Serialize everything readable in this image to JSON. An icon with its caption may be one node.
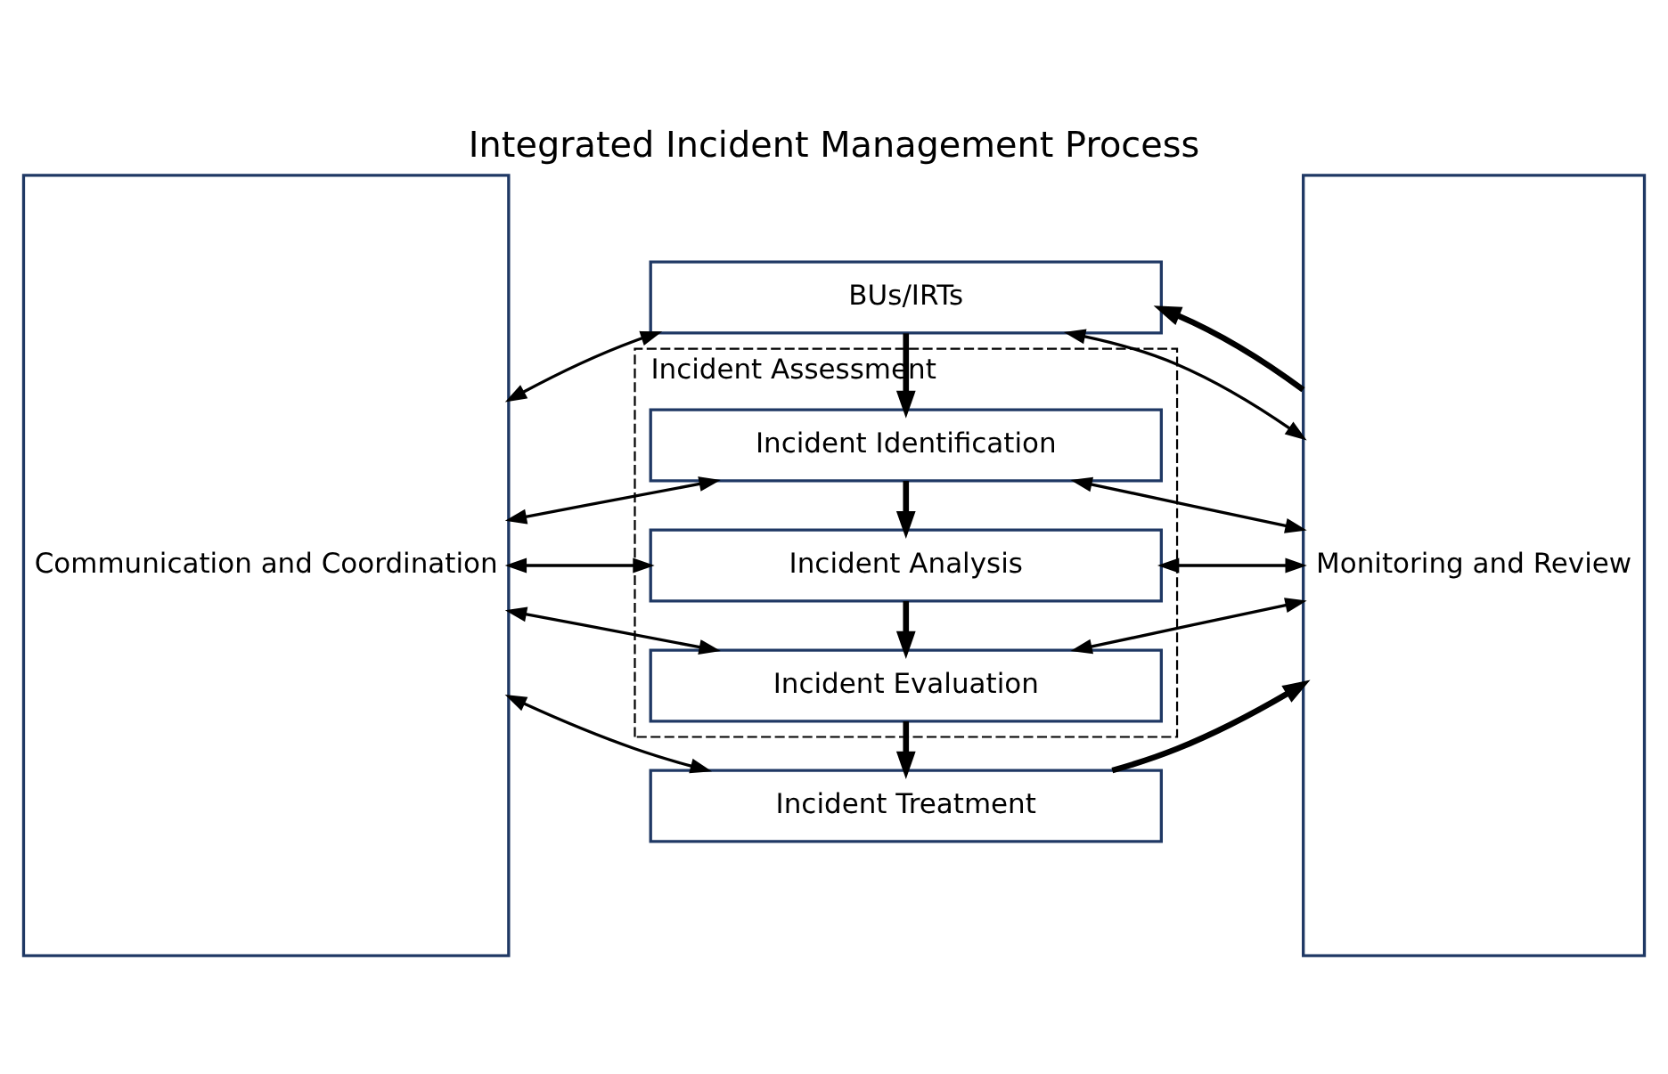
{
  "diagram": {
    "title": "Integrated Incident Management Process",
    "nodes": [
      {
        "text": [
          "Communication and Coordination"
        ]
      },
      {
        "text": [
          "BUs/IRTs"
        ]
      },
      {
        "text": [
          "Incident Assessment"
        ]
      },
      {
        "text": [
          "Incident Identification"
        ],
        "in": 2
      },
      {
        "text": [
          "Incident Analysis"
        ],
        "in": 2
      },
      {
        "text": [
          "Incident Evaluation"
        ],
        "in": 2
      },
      {
        "text": [
          "Incident Treatment"
        ]
      },
      {
        "text": [
          "Monitoring and Review"
        ]
      }
    ],
    "edges": [
      {
        "from": 0,
        "to": 1,
        "arrow": "both"
      },
      {
        "from": 0,
        "to": 3,
        "arrow": "both"
      },
      {
        "from": 0,
        "to": 4,
        "arrow": "both"
      },
      {
        "from": 0,
        "to": 5,
        "arrow": "both"
      },
      {
        "from": 0,
        "to": 6,
        "arrow": "both"
      },
      {
        "from": 1,
        "to": 7,
        "arrow": "both"
      },
      {
        "from": 3,
        "to": 7,
        "arrow": "both"
      },
      {
        "from": 4,
        "to": 7,
        "arrow": "both"
      },
      {
        "from": 5,
        "to": 7,
        "arrow": "both"
      },
      {
        "from": 7,
        "to": 1,
        "arrow": "to",
        "style": "thick"
      },
      {
        "from": 1,
        "to": 3,
        "arrow": "to",
        "style": "thick"
      },
      {
        "from": 3,
        "to": 4,
        "arrow": "to",
        "style": "thick"
      },
      {
        "from": 4,
        "to": 5,
        "arrow": "to",
        "style": "thick"
      },
      {
        "from": 5,
        "to": 6,
        "arrow": "to",
        "style": "thick"
      },
      {
        "from": 6,
        "to": 7,
        "arrow": "to",
        "style": "thick"
      }
    ]
  }
}
